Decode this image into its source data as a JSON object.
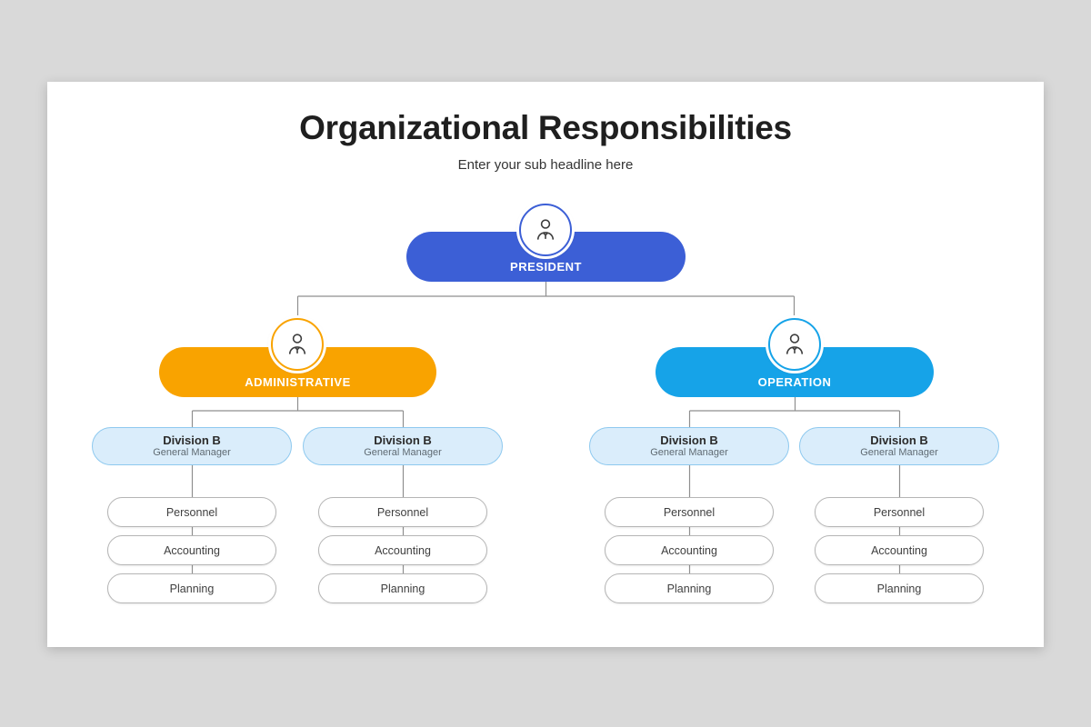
{
  "header": {
    "title": "Organizational Responsibilities",
    "subtitle": "Enter your sub headline here"
  },
  "colors": {
    "page_background": "#d9d9d9",
    "slide_background": "#ffffff",
    "president": "#3c5fd6",
    "administrative": "#f9a300",
    "operation": "#16a3e8",
    "division_fill": "#daedfb",
    "division_border": "#8ec9ef",
    "leaf_border": "#b5b5b5",
    "connector": "#8f8f8f"
  },
  "icons": {
    "node_avatar": "person-tie-icon"
  },
  "tree": {
    "root": {
      "label": "PRESIDENT"
    },
    "branches": [
      {
        "label": "ADMINISTRATIVE",
        "divisions": [
          {
            "title": "Division B",
            "subtitle": "General Manager",
            "items": [
              "Personnel",
              "Accounting",
              "Planning"
            ]
          },
          {
            "title": "Division B",
            "subtitle": "General Manager",
            "items": [
              "Personnel",
              "Accounting",
              "Planning"
            ]
          }
        ]
      },
      {
        "label": "OPERATION",
        "divisions": [
          {
            "title": "Division B",
            "subtitle": "General Manager",
            "items": [
              "Personnel",
              "Accounting",
              "Planning"
            ]
          },
          {
            "title": "Division B",
            "subtitle": "General Manager",
            "items": [
              "Personnel",
              "Accounting",
              "Planning"
            ]
          }
        ]
      }
    ]
  }
}
